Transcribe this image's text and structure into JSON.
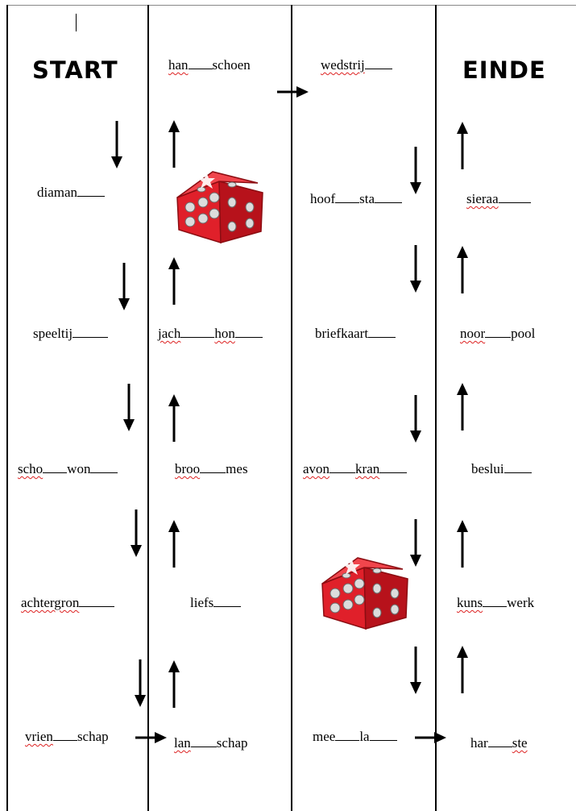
{
  "headings": {
    "start": "START",
    "end": "EINDE"
  },
  "words": {
    "diaman": "diaman",
    "speeltij": "speeltij",
    "scho": "scho",
    "won": "won",
    "achtergron": "achtergron",
    "vrien": "vrien",
    "schap1": "schap",
    "han": "han",
    "schoen": "schoen",
    "jach": "jach",
    "hon": "hon",
    "broo": "broo",
    "mes": "mes",
    "liefs": "liefs",
    "lan": "lan",
    "schap2": "schap",
    "wedstrij": "wedstrij",
    "hoof": "hoof",
    "sta": "sta",
    "briefkaart": "briefkaart",
    "avon": "avon",
    "kran": "kran",
    "mee": "mee",
    "la": "la",
    "sieraa": "sieraa",
    "noor": "noor",
    "pool": "pool",
    "beslui": "beslui",
    "kuns": "kuns",
    "werk": "werk",
    "har": "har",
    "ste": "ste"
  },
  "icons": {
    "dice": "red-dice-icon",
    "arrow": "arrow-icon"
  },
  "colors": {
    "dice": "#e0202a",
    "pips": "#dcdcdc",
    "spellcheck": "#d22222"
  }
}
